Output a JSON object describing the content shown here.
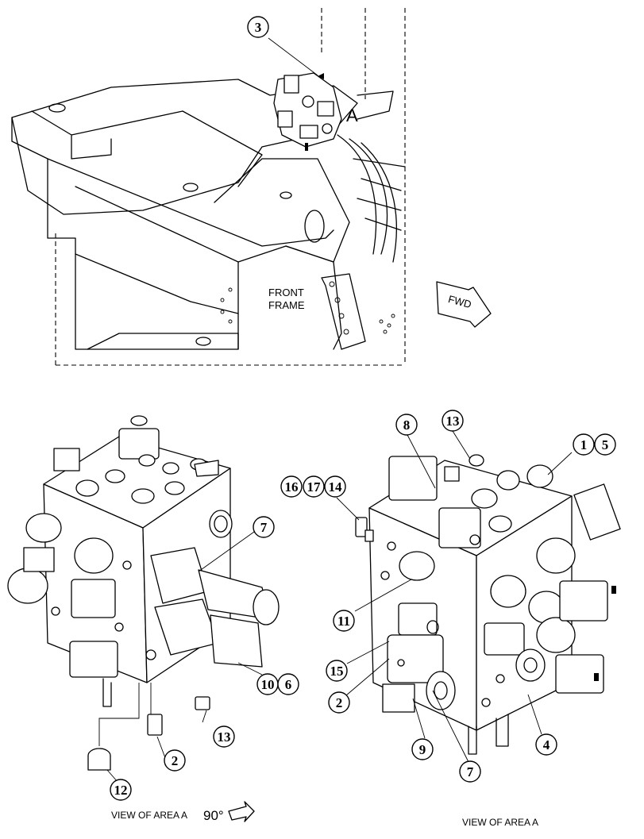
{
  "callouts": {
    "c1": "1",
    "c2a": "2",
    "c2b": "2",
    "c3": "3",
    "c4": "4",
    "c5": "5",
    "c6": "6",
    "c7a": "7",
    "c7b": "7",
    "c8": "8",
    "c9": "9",
    "c10": "10",
    "c11": "11",
    "c12": "12",
    "c13a": "13",
    "c13b": "13",
    "c14": "14",
    "c15": "15",
    "c16": "16",
    "c17": "17"
  },
  "labels": {
    "area_letter": "A",
    "front_frame_line1": "FRONT",
    "front_frame_line2": "FRAME",
    "fwd": "FWD",
    "view_left": "VIEW OF AREA A",
    "rotation": "90°",
    "view_right": "VIEW OF AREA A"
  }
}
